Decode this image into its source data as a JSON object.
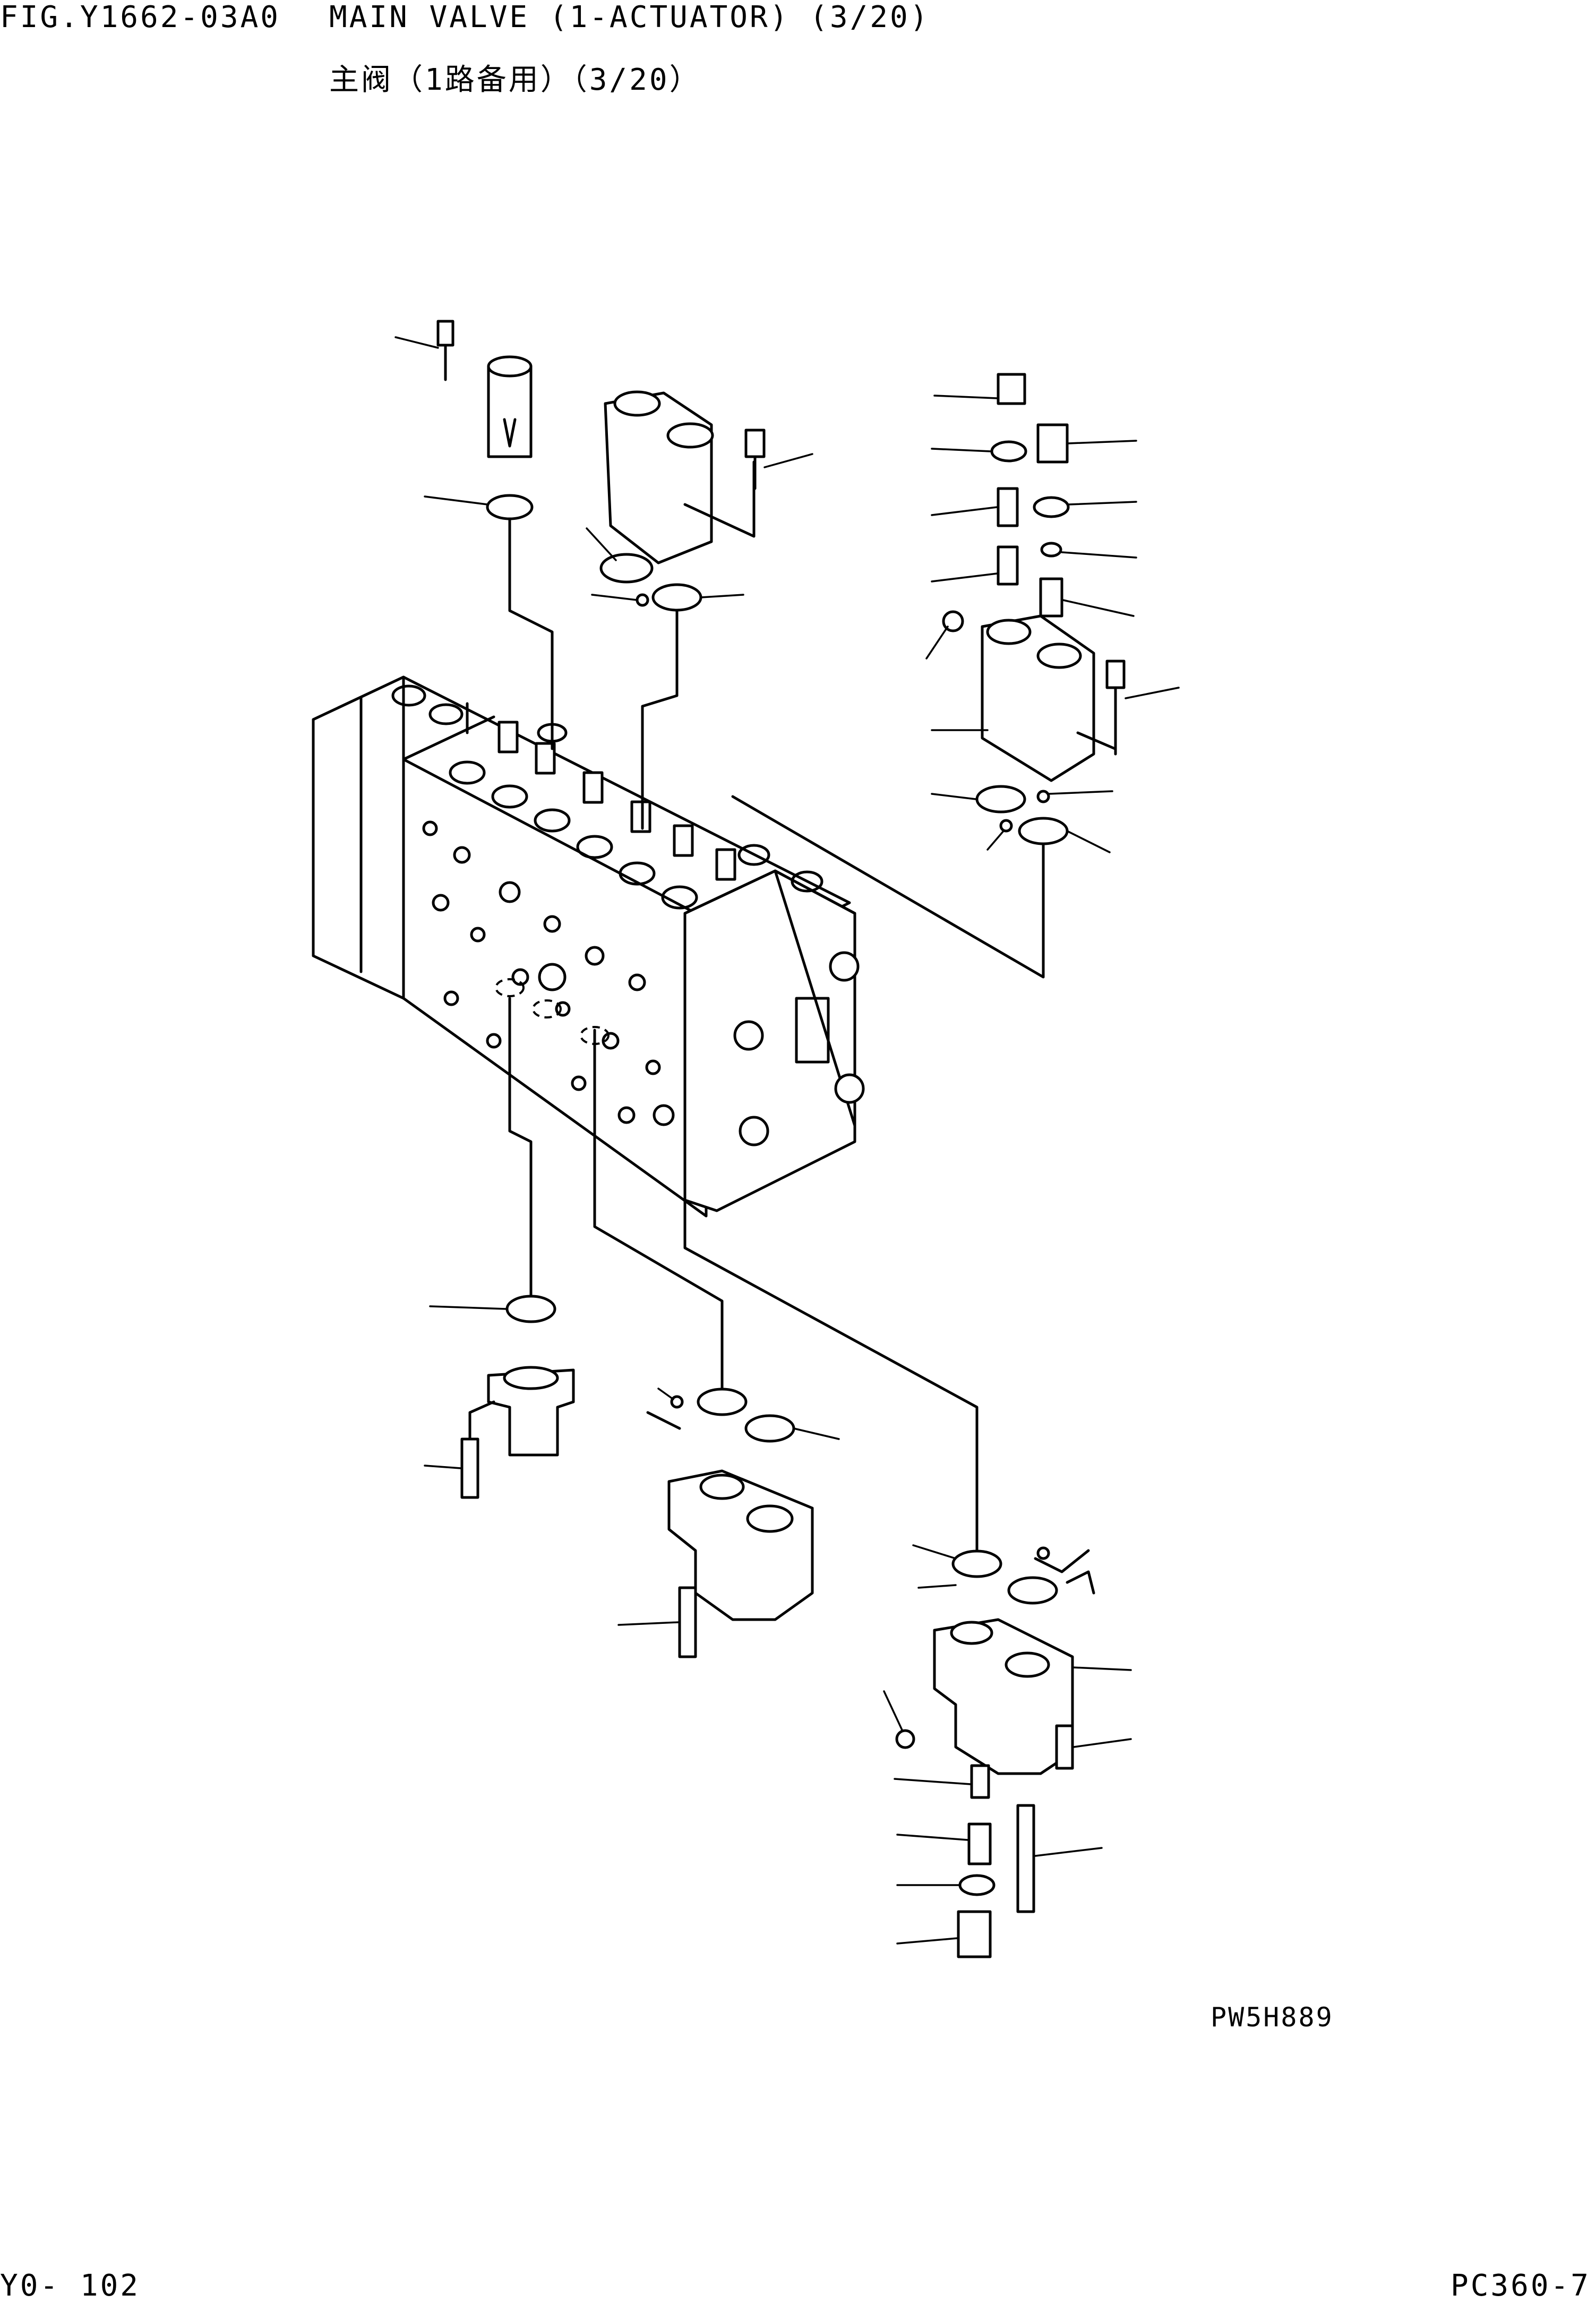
{
  "header": {
    "figure_number": "FIG.Y1662-03A0",
    "title": "MAIN VALVE (1-ACTUATOR) (3/20)",
    "subtitle": "主阀（1路备用）（3/20）"
  },
  "drawing": {
    "code": "PW5H889"
  },
  "footer": {
    "page": "Y0- 102",
    "model": "PC360-7"
  }
}
